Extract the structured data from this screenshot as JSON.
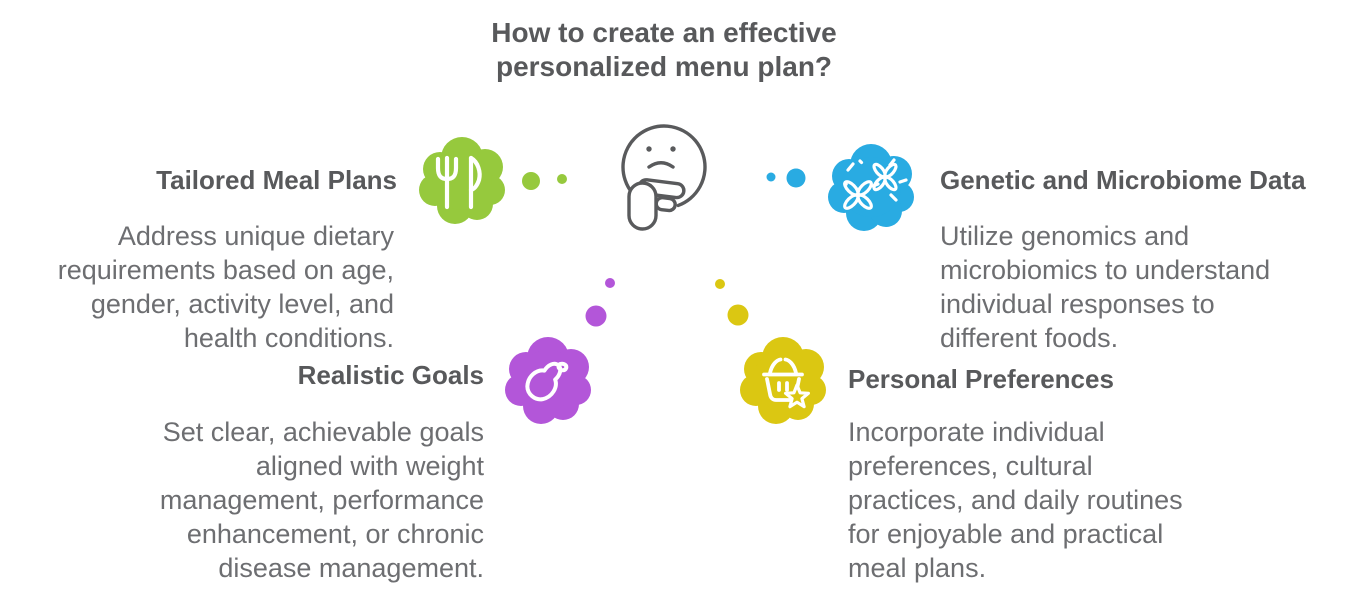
{
  "title": "How to create an effective\npersonalized menu plan?",
  "colors": {
    "heading_text": "#58595B",
    "body_text": "#6D6E71",
    "face_outline": "#595A5C",
    "icon_stroke": "#FFFFFF"
  },
  "center": {
    "icon": "thinking-face-icon"
  },
  "sections": [
    {
      "id": "tailored-meal-plans",
      "heading": "Tailored Meal Plans",
      "body": "Address unique dietary\nrequirements based on age,\ngender, activity level, and\nhealth conditions.",
      "color": "#96C93D",
      "icon": "fork-knife-icon"
    },
    {
      "id": "genetic-and-microbiome-data",
      "heading": "Genetic and Microbiome Data",
      "body": "Utilize genomics and\nmicrobiomics to understand\nindividual responses to\ndifferent foods.",
      "color": "#29ABE2",
      "icon": "chromosomes-icon"
    },
    {
      "id": "realistic-goals",
      "heading": "Realistic Goals",
      "body": "Set clear, achievable goals\naligned with weight\nmanagement, performance\nenhancement, or chronic\ndisease management.",
      "color": "#B356D9",
      "icon": "eggplant-icon"
    },
    {
      "id": "personal-preferences",
      "heading": "Personal Preferences",
      "body": "Incorporate individual\npreferences, cultural\npractices, and daily routines\nfor enjoyable and practical\nmeal plans.",
      "color": "#DBC712",
      "icon": "basket-star-icon"
    }
  ]
}
